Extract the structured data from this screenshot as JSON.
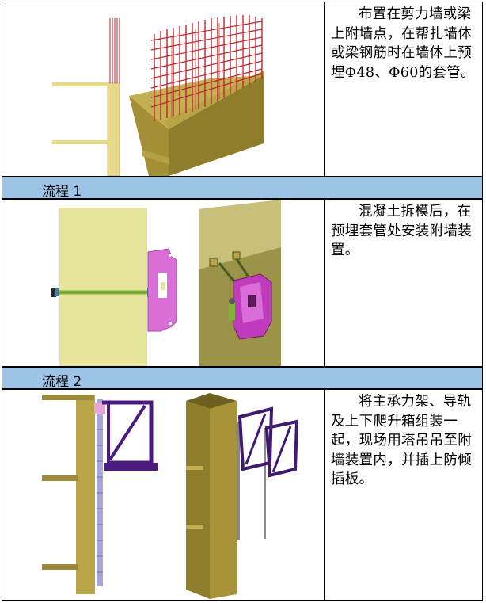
{
  "steps": [
    {
      "description": "布置在剪力墙或梁上附墙点，在帮扎墙体或梁钢筋时在墙体上预埋Φ48、Φ60的套管。",
      "illustration_icon": "rebar-wall-sleeve-illustration"
    },
    {
      "band_label": "流程 1",
      "description": "混凝土拆模后，在预埋套管处安装附墙装置。",
      "illustration_icon": "wall-attachment-device-illustration"
    },
    {
      "band_label": "流程 2",
      "description": "将主承力架、导轨及上下爬升箱组装一起，现场用塔吊吊至附墙装置内，并插上防倾插板。",
      "illustration_icon": "climbing-frame-assembly-illustration"
    }
  ],
  "colors": {
    "band_bg": "#9dc3e6",
    "concrete": "#e6e39a",
    "wall_side": "#8e7e2c",
    "rebar": "#b8262c",
    "device": "#d96ed8",
    "frame": "#4b1b7e",
    "rod": "#7db733"
  }
}
